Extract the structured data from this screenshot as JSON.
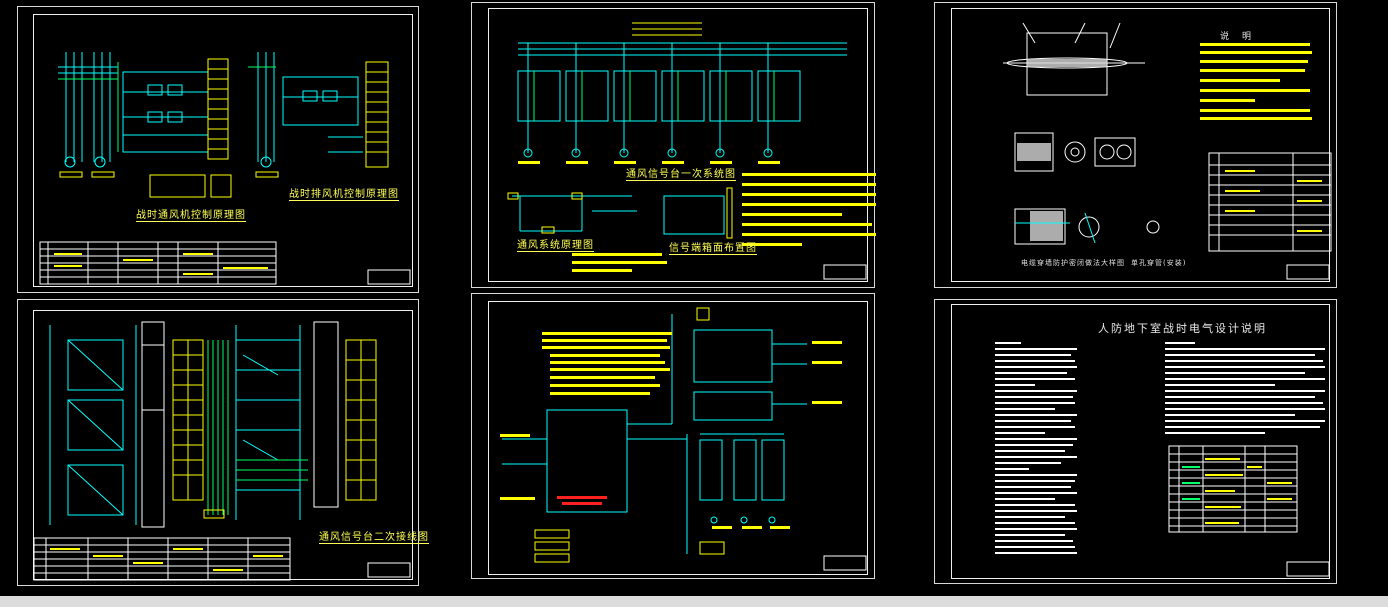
{
  "viewer": {
    "background": "#000000",
    "status_bar_color": "#dcdcdc"
  },
  "colors": {
    "frame": "#ffffff",
    "wire_cyan": "#00ffff",
    "label_yellow": "#ffff00",
    "wire_green": "#00ff66",
    "highlight_red": "#ff2020"
  },
  "sheets": {
    "s1": {
      "caption_a": "战时通风机控制原理图",
      "caption_b": "战时排风机控制原理图"
    },
    "s2": {
      "caption_a": "通风信号台一次系统图",
      "caption_b": "通风系统原理图",
      "caption_c": "信号端箱面布置图"
    },
    "s3": {
      "header": "说　明",
      "caption_a": "电缆穿墙防护密闭做法大样图",
      "caption_b": "单孔穿管(安装)"
    },
    "s4": {
      "caption_a": "通风信号台二次接线图"
    },
    "s5": {},
    "s6": {
      "title": "人防地下室战时电气设计说明"
    }
  }
}
